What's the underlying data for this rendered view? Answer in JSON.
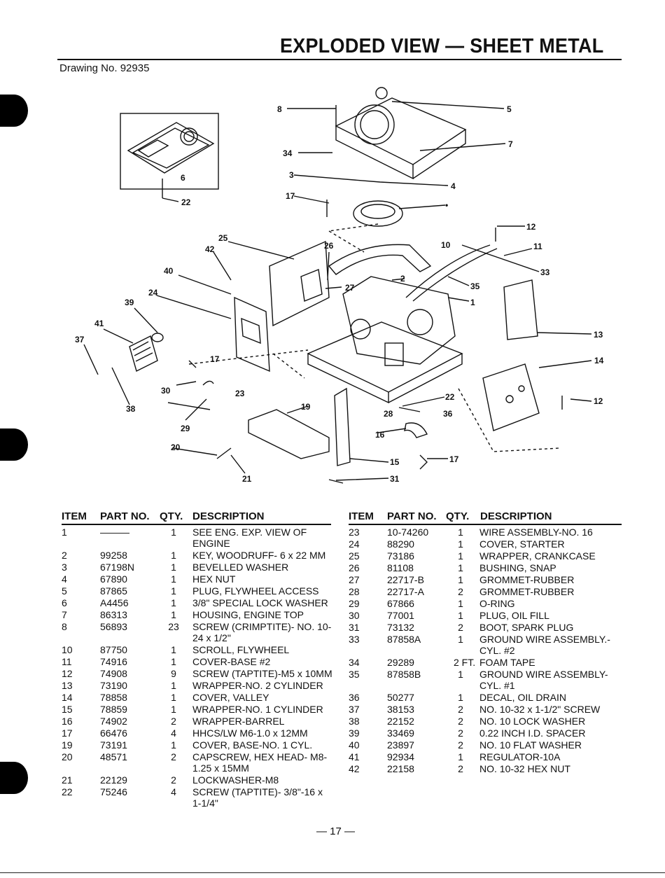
{
  "header": {
    "title": "EXPLODED VIEW — SHEET METAL",
    "drawing_no": "Drawing No. 92935"
  },
  "diagram": {
    "callouts": [
      "8",
      "5",
      "7",
      "34",
      "3",
      "4",
      "17",
      "•",
      "6",
      "22",
      "12",
      "11",
      "10",
      "25",
      "42",
      "26",
      "33",
      "2",
      "40",
      "27",
      "35",
      "1",
      "24",
      "39",
      "13",
      "41",
      "37",
      "14",
      "17",
      "30",
      "23",
      "22",
      "12",
      "28",
      "36",
      "19",
      "38",
      "29",
      "16",
      "20",
      "15",
      "17",
      "21",
      "31"
    ]
  },
  "table": {
    "headers": {
      "item": "ITEM",
      "part_no": "PART NO.",
      "qty": "QTY.",
      "description": "DESCRIPTION"
    },
    "left": [
      {
        "item": "1",
        "part": "———",
        "qty": "1",
        "desc": "SEE ENG. EXP. VIEW OF ENGINE"
      },
      {
        "item": "2",
        "part": "99258",
        "qty": "1",
        "desc": "KEY, WOODRUFF- 6 x 22 MM"
      },
      {
        "item": "3",
        "part": "67198N",
        "qty": "1",
        "desc": "BEVELLED WASHER"
      },
      {
        "item": "4",
        "part": "67890",
        "qty": "1",
        "desc": "HEX NUT"
      },
      {
        "item": "5",
        "part": "87865",
        "qty": "1",
        "desc": "PLUG, FLYWHEEL ACCESS"
      },
      {
        "item": "6",
        "part": "A4456",
        "qty": "1",
        "desc": "3/8\" SPECIAL LOCK WASHER"
      },
      {
        "item": "7",
        "part": "86313",
        "qty": "1",
        "desc": "HOUSING, ENGINE TOP"
      },
      {
        "item": "8",
        "part": "56893",
        "qty": "23",
        "desc": "SCREW (CRIMPTITE)- NO. 10-24 x 1/2\""
      },
      {
        "item": "10",
        "part": "87750",
        "qty": "1",
        "desc": "SCROLL, FLYWHEEL"
      },
      {
        "item": "11",
        "part": "74916",
        "qty": "1",
        "desc": "COVER-BASE #2"
      },
      {
        "item": "12",
        "part": "74908",
        "qty": "9",
        "desc": "SCREW (TAPTITE)-M5 x 10MM"
      },
      {
        "item": "13",
        "part": "73190",
        "qty": "1",
        "desc": "WRAPPER-NO. 2 CYLINDER"
      },
      {
        "item": "14",
        "part": "78858",
        "qty": "1",
        "desc": "COVER, VALLEY"
      },
      {
        "item": "15",
        "part": "78859",
        "qty": "1",
        "desc": "WRAPPER-NO. 1 CYLINDER"
      },
      {
        "item": "16",
        "part": "74902",
        "qty": "2",
        "desc": "WRAPPER-BARREL"
      },
      {
        "item": "17",
        "part": "66476",
        "qty": "4",
        "desc": "HHCS/LW M6-1.0 x 12MM"
      },
      {
        "item": "19",
        "part": "73191",
        "qty": "1",
        "desc": "COVER, BASE-NO. 1 CYL."
      },
      {
        "item": "20",
        "part": "48571",
        "qty": "2",
        "desc": "CAPSCREW, HEX HEAD- M8-1.25 x 15MM"
      },
      {
        "item": "21",
        "part": "22129",
        "qty": "2",
        "desc": "LOCKWASHER-M8"
      },
      {
        "item": "22",
        "part": "75246",
        "qty": "4",
        "desc": "SCREW (TAPTITE)- 3/8\"-16 x 1-1/4\""
      }
    ],
    "right": [
      {
        "item": "23",
        "part": "10-74260",
        "qty": "1",
        "desc": "WIRE ASSEMBLY-NO. 16"
      },
      {
        "item": "24",
        "part": "88290",
        "qty": "1",
        "desc": "COVER, STARTER"
      },
      {
        "item": "25",
        "part": "73186",
        "qty": "1",
        "desc": "WRAPPER, CRANKCASE"
      },
      {
        "item": "26",
        "part": "81108",
        "qty": "1",
        "desc": "BUSHING, SNAP"
      },
      {
        "item": "27",
        "part": "22717-B",
        "qty": "1",
        "desc": "GROMMET-RUBBER"
      },
      {
        "item": "28",
        "part": "22717-A",
        "qty": "2",
        "desc": "GROMMET-RUBBER"
      },
      {
        "item": "29",
        "part": "67866",
        "qty": "1",
        "desc": "O-RING"
      },
      {
        "item": "30",
        "part": "77001",
        "qty": "1",
        "desc": "PLUG, OIL FILL"
      },
      {
        "item": "31",
        "part": "73132",
        "qty": "2",
        "desc": "BOOT, SPARK PLUG"
      },
      {
        "item": "33",
        "part": "87858A",
        "qty": "1",
        "desc": "GROUND WIRE ASSEMBLY.- CYL. #2"
      },
      {
        "item": "34",
        "part": "29289",
        "qty": "2 FT.",
        "desc": "FOAM TAPE"
      },
      {
        "item": "35",
        "part": "87858B",
        "qty": "1",
        "desc": "GROUND WIRE ASSEMBLY- CYL. #1"
      },
      {
        "item": "36",
        "part": "50277",
        "qty": "1",
        "desc": "DECAL, OIL DRAIN"
      },
      {
        "item": "37",
        "part": "38153",
        "qty": "2",
        "desc": "NO. 10-32 x 1-1/2\" SCREW"
      },
      {
        "item": "38",
        "part": "22152",
        "qty": "2",
        "desc": "NO. 10 LOCK WASHER"
      },
      {
        "item": "39",
        "part": "33469",
        "qty": "2",
        "desc": "0.22 INCH I.D. SPACER"
      },
      {
        "item": "40",
        "part": "23897",
        "qty": "2",
        "desc": "NO. 10 FLAT WASHER"
      },
      {
        "item": "41",
        "part": "92934",
        "qty": "1",
        "desc": "REGULATOR-10A"
      },
      {
        "item": "42",
        "part": "22158",
        "qty": "2",
        "desc": "NO. 10-32 HEX NUT"
      }
    ]
  },
  "footer": {
    "page_number": "— 17 —"
  }
}
